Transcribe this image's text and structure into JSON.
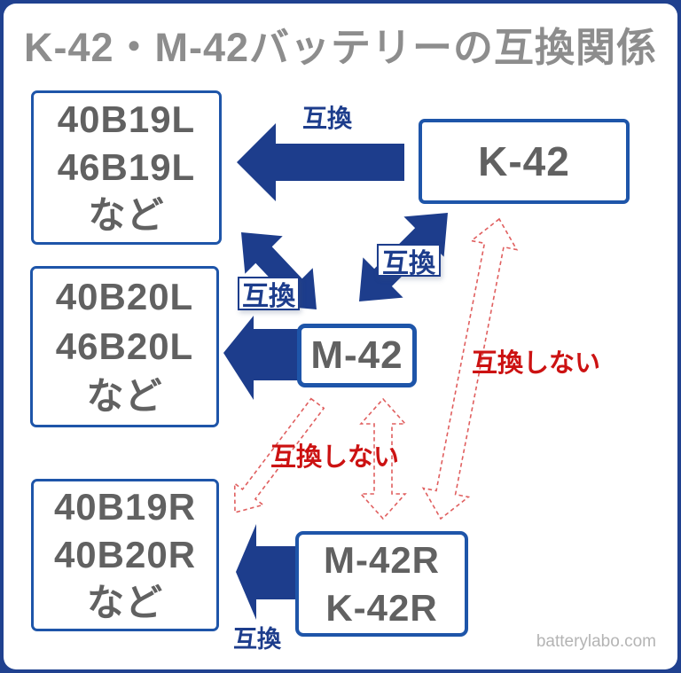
{
  "page": {
    "title": "K-42・M-42バッテリーの互換関係",
    "watermark": "batterylabo.com"
  },
  "colors": {
    "arrow_navy": "#1d3d8c",
    "box_border_blue": "#1e55a9",
    "frame_navy": "#20418f",
    "box_text_gray": "#616161",
    "title_gray": "#8d8d8d",
    "incompatible_red": "#cc1212",
    "dashed_arrow_red": "#e05f5f"
  },
  "boxes": {
    "group_b19l": {
      "lines": [
        "40B19L",
        "46B19L",
        "など"
      ]
    },
    "k42": {
      "label": "K-42"
    },
    "group_b20l": {
      "lines": [
        "40B20L",
        "46B20L",
        "など"
      ]
    },
    "m42": {
      "label": "M-42"
    },
    "group_b19r": {
      "lines": [
        "40B19R",
        "40B20R",
        "など"
      ]
    },
    "m42r": {
      "lines": [
        "M-42R",
        "K-42R"
      ]
    }
  },
  "arrow_labels": {
    "compatible": "互換",
    "not_compatible": "互換しない"
  }
}
